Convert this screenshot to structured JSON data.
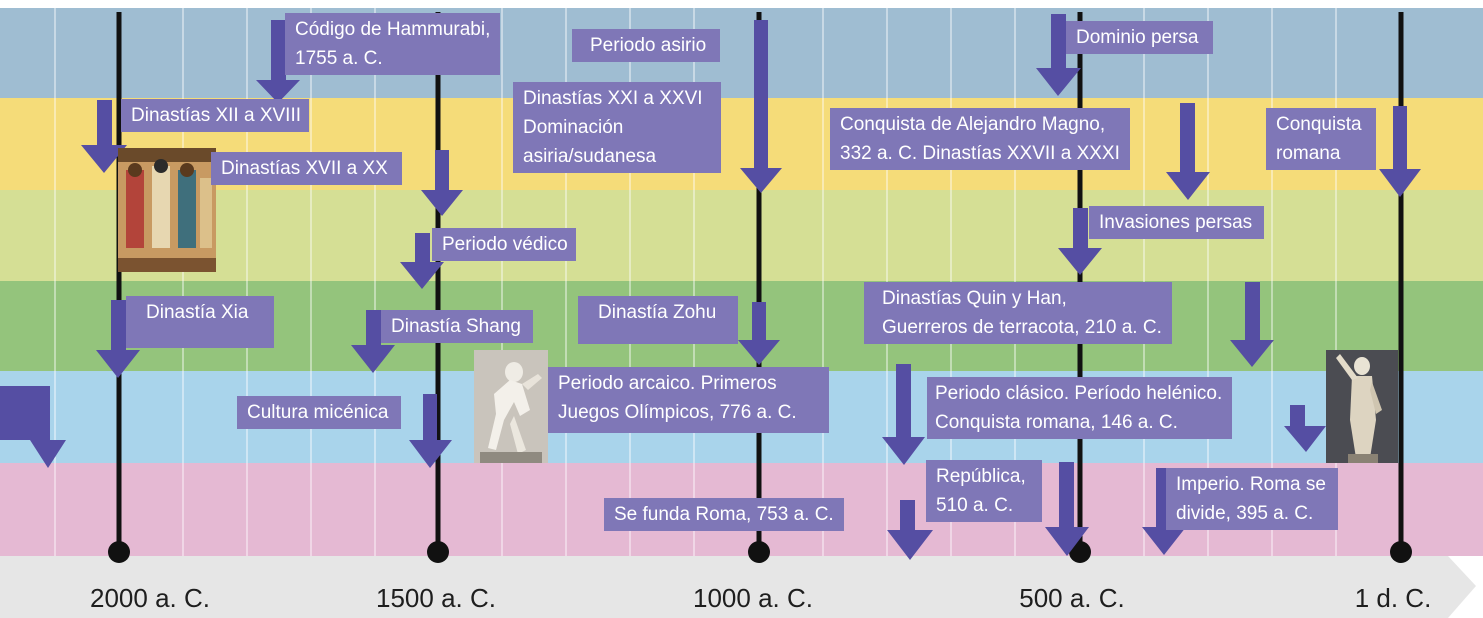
{
  "colors": {
    "bands": [
      "#9fbdd2",
      "#f5dc79",
      "#d5df95",
      "#94c47c",
      "#a9d4eb",
      "#e5b9d3"
    ],
    "box": "#7f77b7",
    "arrow": "#554ea3",
    "axis_bar": "#e6e6e6",
    "grid": "#ffffff",
    "main_line": "#111111"
  },
  "axis": {
    "ticks": [
      "2000 a. C.",
      "1500 a. C.",
      "1000 a. C.",
      "500 a. C.",
      "1 d. C."
    ]
  },
  "events": [
    {
      "id": "hammurabi",
      "lines": [
        "Código de Hammurabi,",
        "1755 a. C."
      ],
      "arrow": "hammurabi-arrow"
    },
    {
      "id": "periodo-asirio",
      "lines": [
        "Periodo asirio"
      ],
      "arrow": "asirio-arrow"
    },
    {
      "id": "dominio-persa",
      "lines": [
        "Dominio persa"
      ],
      "arrow": "persa-arrow"
    },
    {
      "id": "dinastias-xii-xviii",
      "lines": [
        "Dinastías XII a XVIII"
      ],
      "arrow": "xii-arrow"
    },
    {
      "id": "dinastias-xxi-xxvi",
      "lines": [
        "Dinastías XXI a XXVI",
        "Dominación",
        "asiria/sudanesa"
      ],
      "arrow": "xxi-arrow"
    },
    {
      "id": "alejandro-magno",
      "lines": [
        "Conquista de Alejandro Magno,",
        "332 a. C. Dinastías XXVII a XXXI"
      ],
      "arrow": "alejandro-arrow"
    },
    {
      "id": "conquista-romana-egipto",
      "lines": [
        "Conquista",
        "romana"
      ],
      "arrow": "romana-arrow"
    },
    {
      "id": "dinastias-xvii-xx",
      "lines": [
        "Dinastías XVII a XX"
      ],
      "arrow": "xvii-arrow"
    },
    {
      "id": "invasiones-persas",
      "lines": [
        "Invasiones persas"
      ],
      "arrow": "invasiones-arrow"
    },
    {
      "id": "periodo-vedico",
      "lines": [
        "Periodo védico"
      ],
      "arrow": "vedico-arrow"
    },
    {
      "id": "dinastias-quin-han",
      "lines": [
        "Dinastías Quin y Han,",
        "Guerreros de terracota, 210 a. C."
      ],
      "arrow": "quin-arrow"
    },
    {
      "id": "dinastia-xia",
      "lines": [
        "Dinastía Xia"
      ],
      "arrow": "xia-arrow"
    },
    {
      "id": "dinastia-shang",
      "lines": [
        "Dinastía Shang"
      ],
      "arrow": "shang-arrow"
    },
    {
      "id": "dinastia-zohu",
      "lines": [
        "Dinastía Zohu"
      ],
      "arrow": "zohu-arrow"
    },
    {
      "id": "periodo-arcaico",
      "lines": [
        "Periodo arcaico. Primeros",
        "Juegos Olímpicos, 776 a. C."
      ],
      "arrow": "arcaico-arrow"
    },
    {
      "id": "periodo-clasico",
      "lines": [
        "Periodo clásico. Período helénico.",
        "Conquista romana, 146 a. C."
      ],
      "arrow": "clasico-arrow"
    },
    {
      "id": "cultura-micenica",
      "lines": [
        "Cultura micénica"
      ],
      "arrow": "micenica-arrow"
    },
    {
      "id": "republica",
      "lines": [
        "República,",
        "510 a. C."
      ],
      "arrow": "republica-arrow"
    },
    {
      "id": "imperio-roma",
      "lines": [
        "Imperio. Roma se",
        "divide, 395 a. C."
      ],
      "arrow": "imperio-arrow"
    },
    {
      "id": "se-funda-roma",
      "lines": [
        "Se funda Roma, 753 a. C."
      ],
      "arrow": "roma-arrow"
    }
  ],
  "images": [
    {
      "id": "egyptian-wall-painting"
    },
    {
      "id": "discobolus-statue"
    },
    {
      "id": "augustus-statue"
    }
  ]
}
